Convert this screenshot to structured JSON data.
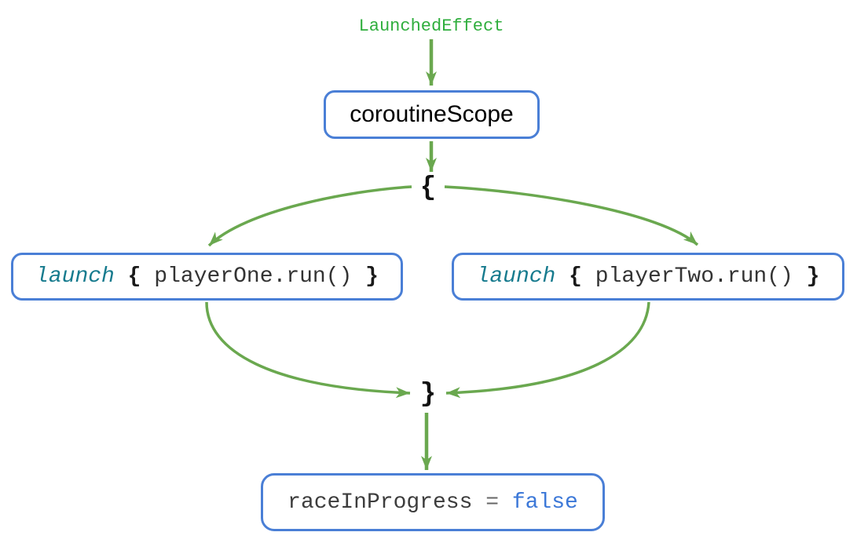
{
  "diagram": {
    "top_label": "LaunchedEffect",
    "scope_node": {
      "label": "coroutineScope"
    },
    "open_brace": "{",
    "close_brace": "}",
    "launch_one": {
      "keyword": "launch",
      "open_brace": "{",
      "body": "playerOne.run()",
      "close_brace": "}"
    },
    "launch_two": {
      "keyword": "launch",
      "open_brace": "{",
      "body": "playerTwo.run()",
      "close_brace": "}"
    },
    "result_node": {
      "variable": "raceInProgress",
      "operator": "=",
      "value": "false"
    },
    "spacer": " ",
    "colors": {
      "arrow_green": "#6aa84f",
      "label_green": "#2fae3d",
      "node_border_blue": "#4a7fd6",
      "keyword_teal": "#177b8e",
      "value_blue": "#3c78d8",
      "code_text": "#333333",
      "brace_black": "#111111"
    }
  }
}
